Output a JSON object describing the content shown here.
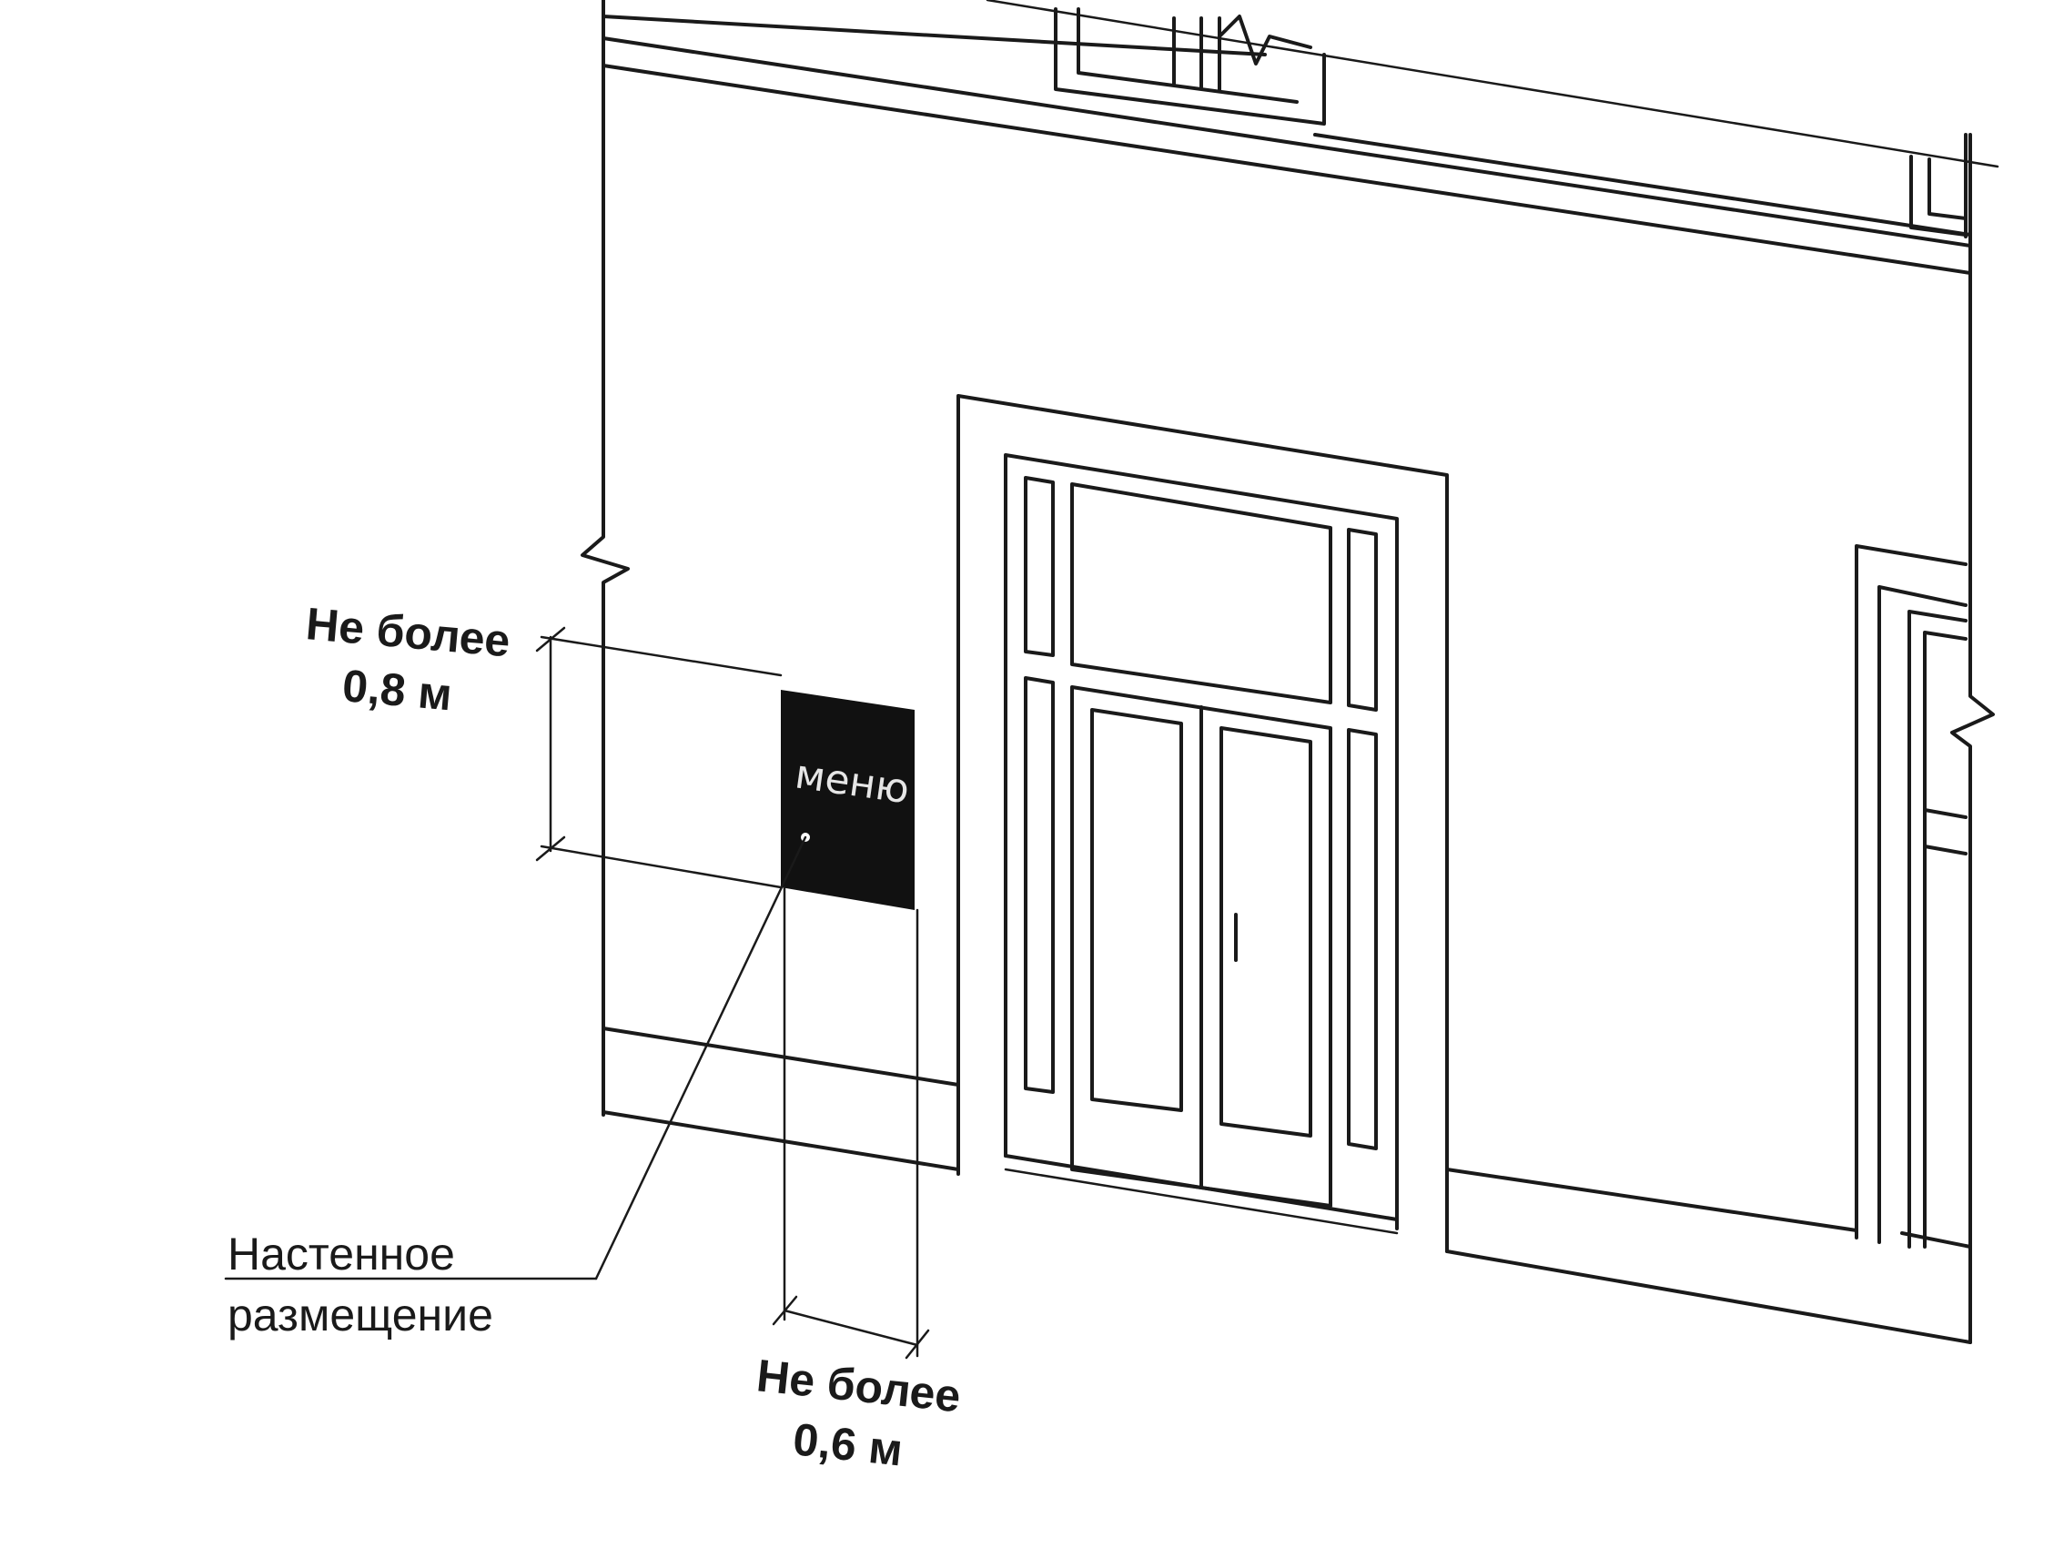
{
  "labels": {
    "height_limit_line1": "Не более",
    "height_limit_line2": "0,8 м",
    "width_limit_line1": "Не более",
    "width_limit_line2": "0,6 м",
    "placement_line1": "Настенное",
    "placement_line2": "размещение"
  },
  "sign": {
    "text": "меню",
    "color": "#111111"
  }
}
